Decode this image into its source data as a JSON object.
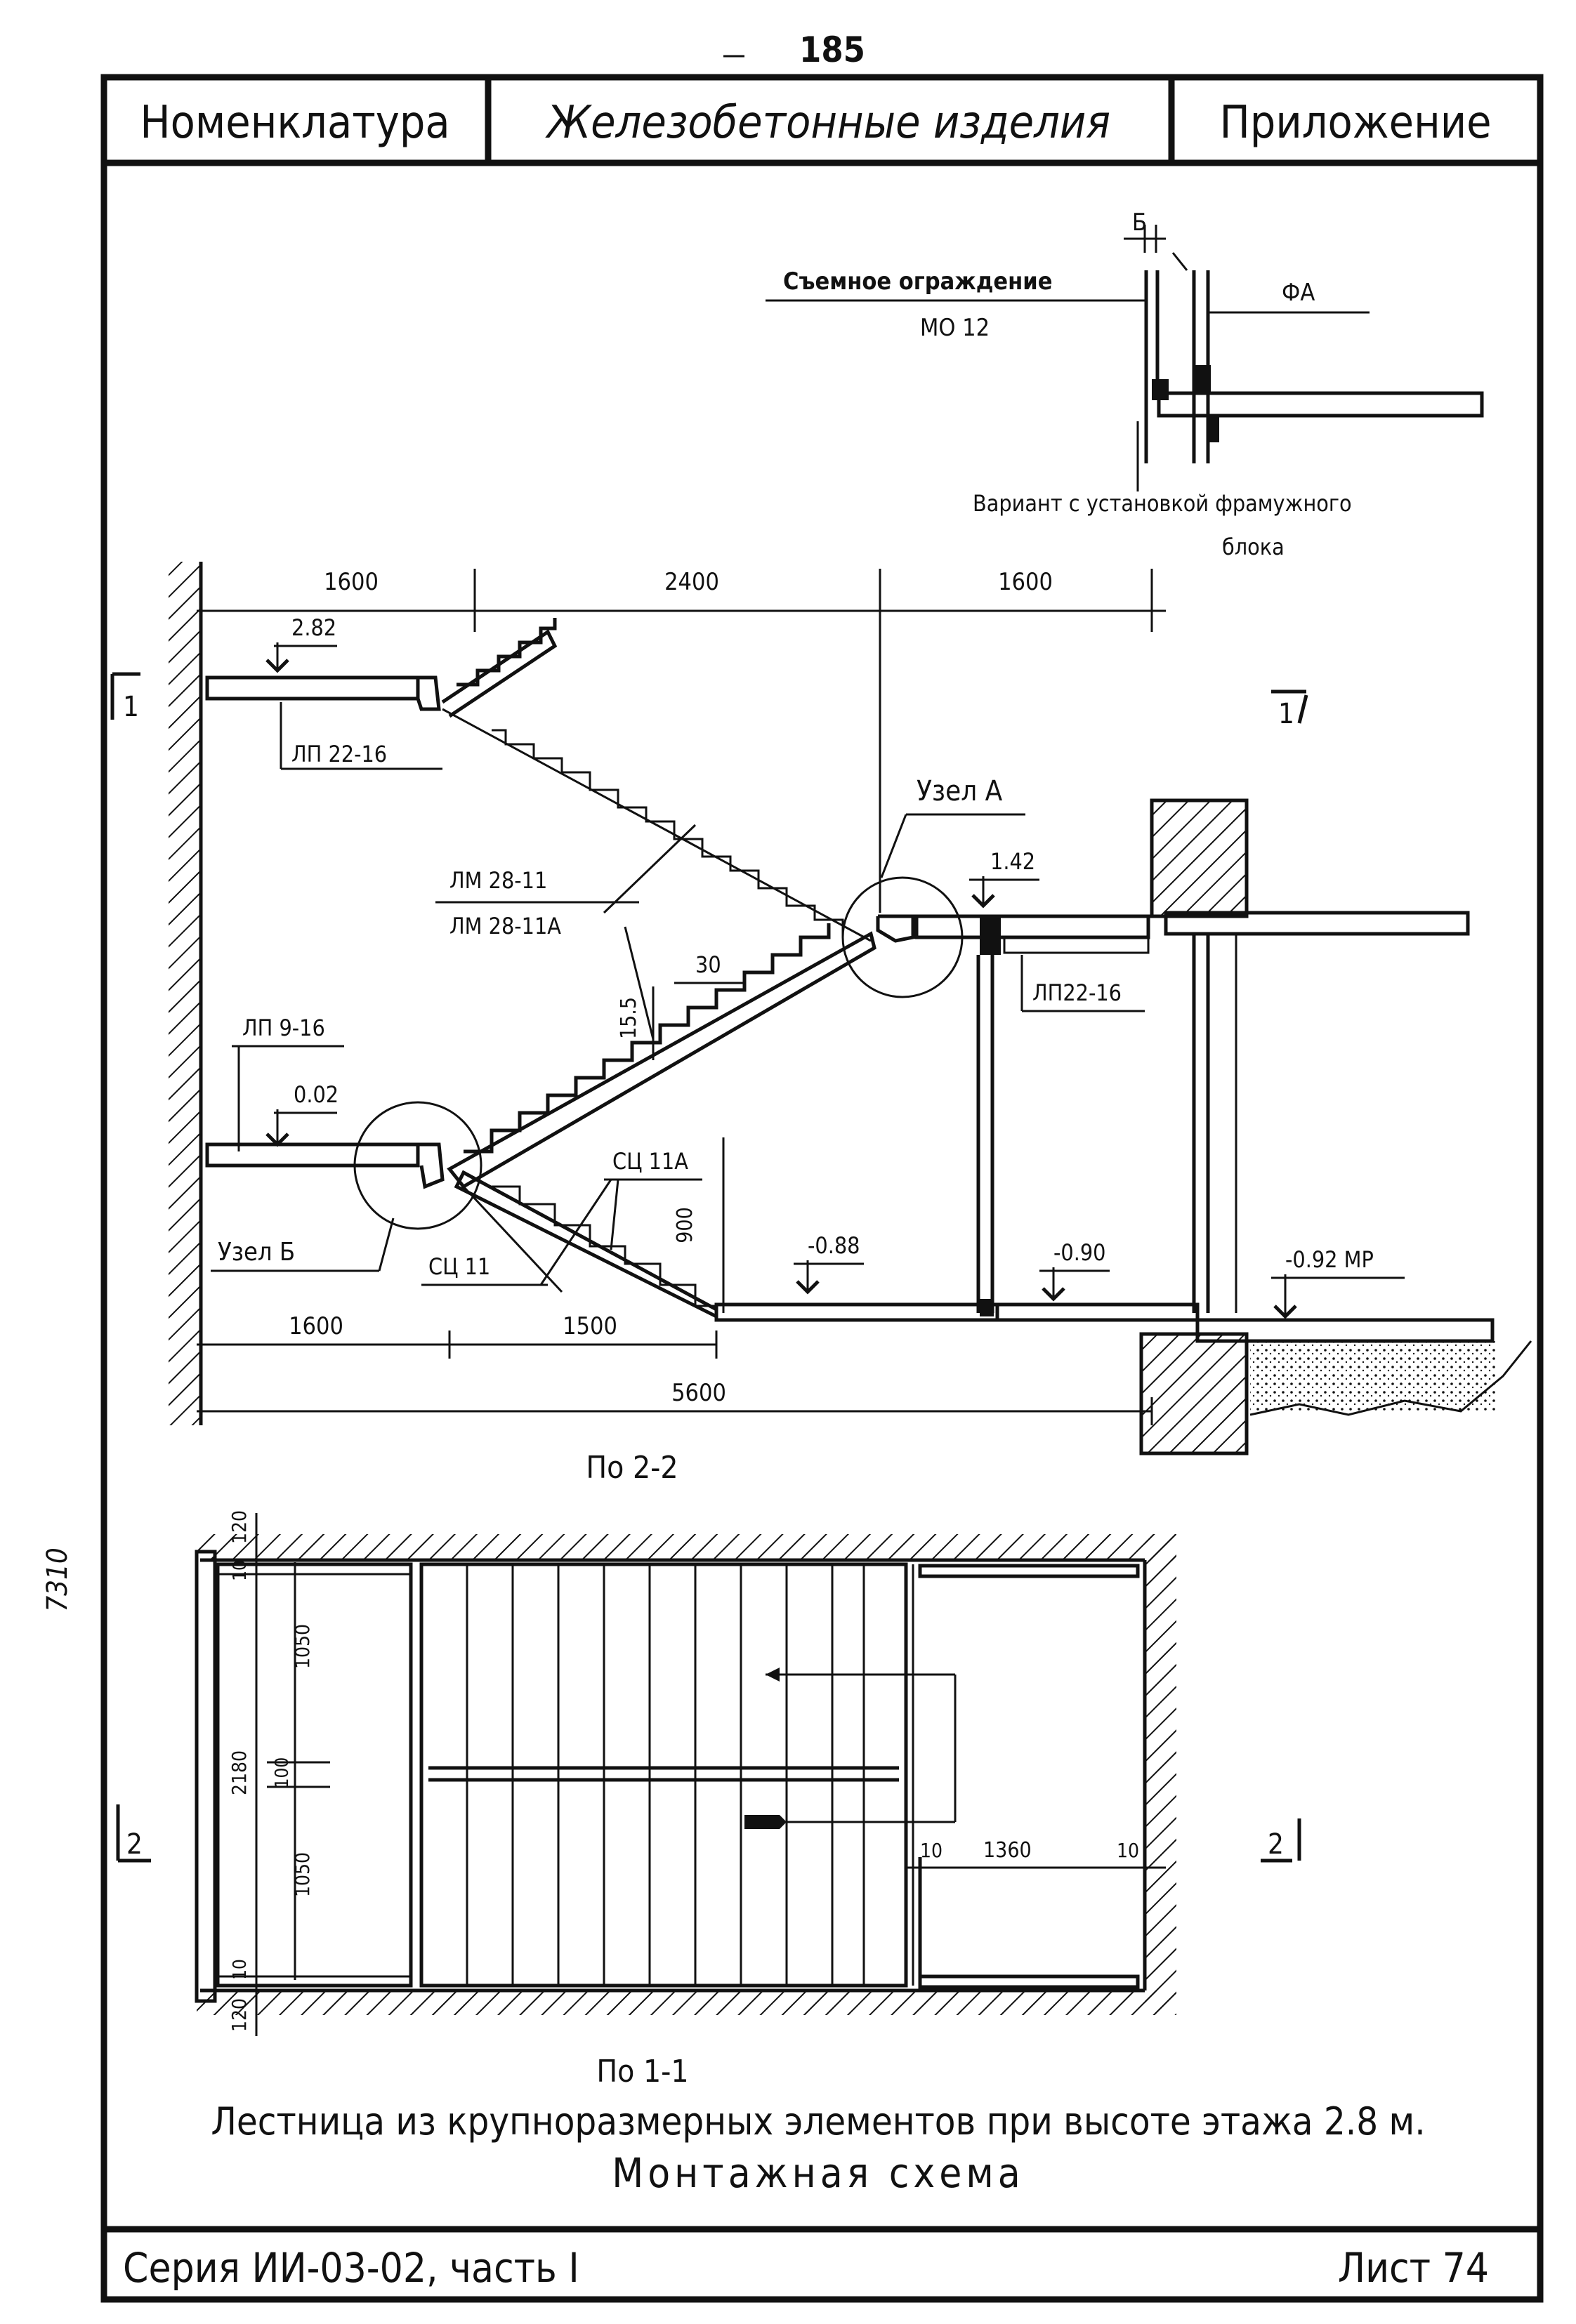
{
  "page_number": "185",
  "side_note": "7310",
  "header": {
    "left": "Номенклатура",
    "center": "Железобетонные изделия",
    "right": "Приложение"
  },
  "detail": {
    "label_b": "Б",
    "guard_label": "Съемное ограждение",
    "guard_code": "МО 12",
    "fa_label": "ФА",
    "caption_line1": "Вариант с установкой фрамужного",
    "caption_line2": "блока"
  },
  "section": {
    "dims_top": [
      "1600",
      "2400",
      "1600"
    ],
    "cut_mark_left": "1",
    "cut_mark_right": "1",
    "elev_top_landing": "2.82",
    "elev_mid_landing": "1.42",
    "elev_lower_landing": "0.02",
    "elev_floor": "-0.88",
    "elev_floor_2": "-0.90",
    "elev_outside": "-0.92 МР",
    "label_lp_top": "ЛП 22-16",
    "label_lm_1": "ЛМ 28-11",
    "label_lm_2": "ЛМ 28-11А",
    "label_node_a": "Узел А",
    "label_lp_mid": "ЛП22-16",
    "label_lp_left": "ЛП 9-16",
    "label_node_b": "Узел Б",
    "label_sc": "СЦ 11",
    "label_sc_a": "СЦ 11А",
    "dim_step_h": "15.5",
    "dim_step_w": "30",
    "dim_900": "900",
    "dims_bottom": [
      "1600",
      "1500"
    ],
    "dim_total": "5600",
    "caption": "По 2-2"
  },
  "plan": {
    "dim_120_top": "120",
    "dim_10_top": "10",
    "dim_1050_top": "1050",
    "dim_2180": "2180",
    "dim_100": "100",
    "dim_1050_bottom": "1050",
    "dim_10_bottom": "10",
    "dim_120_bottom": "120",
    "dim_10_left": "10",
    "dim_1360": "1360",
    "dim_10_right": "10",
    "cut_mark_left": "2",
    "cut_mark_right": "2",
    "caption": "По 1-1"
  },
  "title": {
    "line1": "Лестница из крупноразмерных элементов при высоте этажа 2.8 м.",
    "line2": "Монтажная схема"
  },
  "footer": {
    "series": "Серия ИИ-03-02, часть I",
    "sheet": "Лист 74"
  }
}
